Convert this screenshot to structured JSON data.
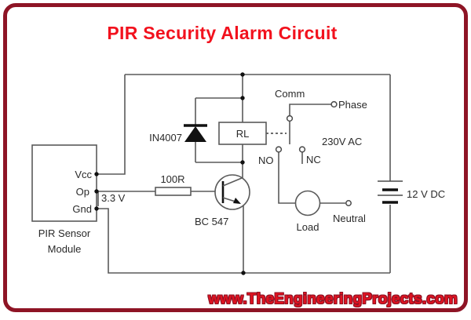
{
  "title": "PIR Security Alarm Circuit",
  "website": "www.TheEngineeringProjects.com",
  "colors": {
    "title_red": "#f2111d",
    "border_maroon": "#8e1425",
    "wire_gray": "#5a5a5a"
  },
  "labels": {
    "comm": "Comm",
    "phase": "Phase",
    "no": "NO",
    "nc": "NC",
    "ac_voltage": "230V AC",
    "relay": "RL",
    "diode": "IN4007",
    "resistor": "100R",
    "transistor": "BC 547",
    "pin_vcc": "Vcc",
    "pin_op": "Op",
    "pin_gnd": "Gnd",
    "op_voltage": "3.3 V",
    "module_line1": "PIR Sensor",
    "module_line2": "Module",
    "load": "Load",
    "neutral": "Neutral",
    "dc_voltage": "12 V DC"
  }
}
